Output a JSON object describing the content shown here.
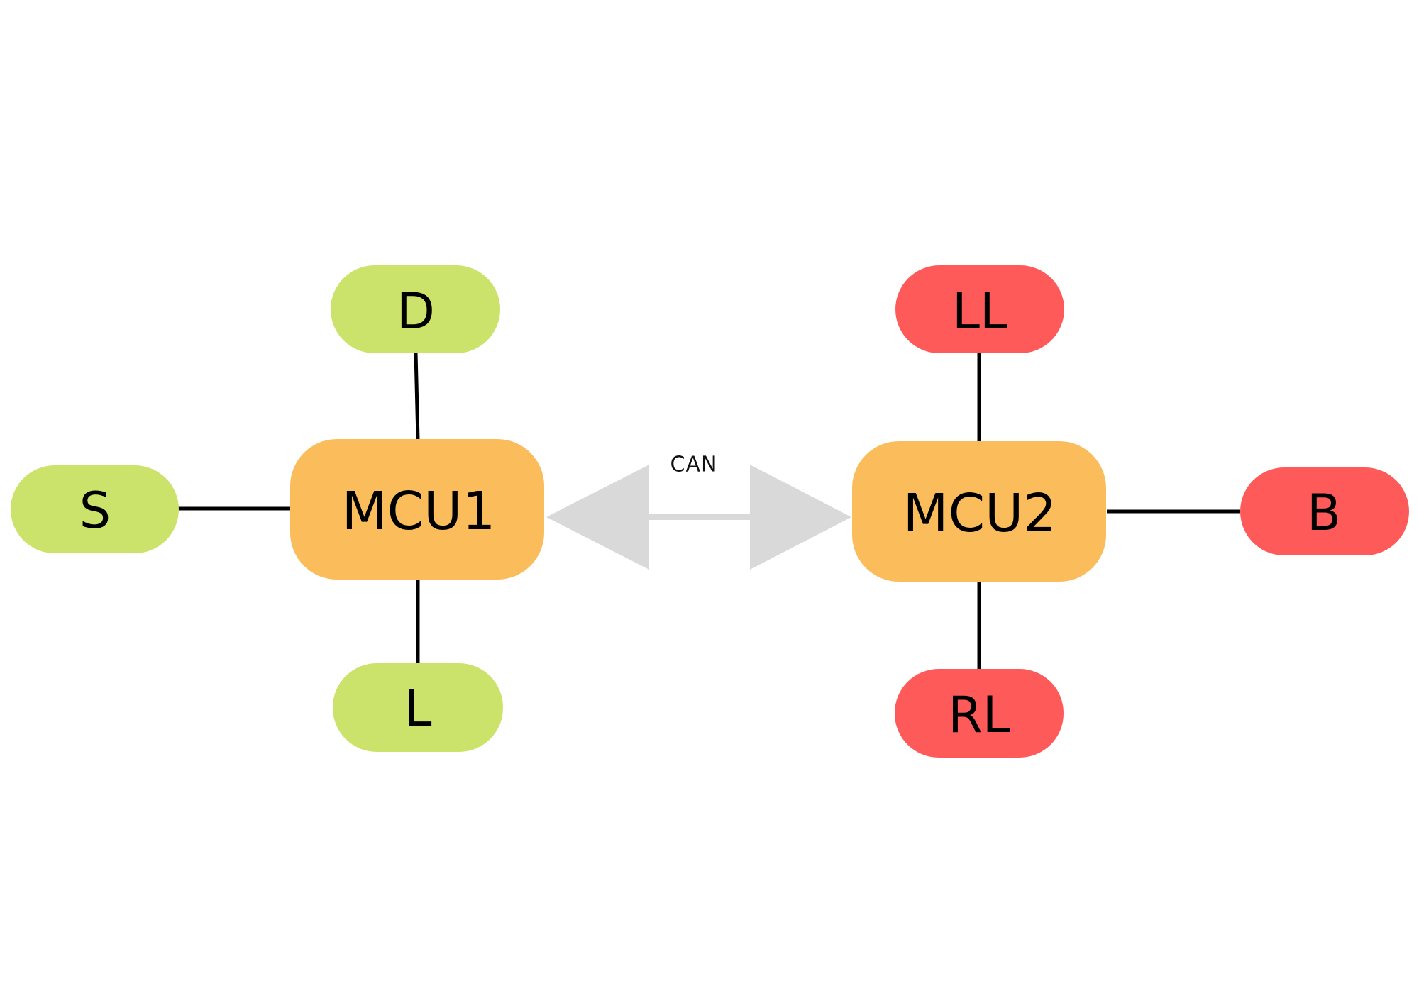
{
  "colors": {
    "mcu": "#FBBC5B",
    "sensor_group": "#CBE36A",
    "actuator_group": "#FF5A5A",
    "bus_arrow": "#D9D9D9",
    "wire": "#000000",
    "background": "#FFFFFF"
  },
  "mcu1": {
    "label": "MCU1",
    "nodes": {
      "top": "D",
      "left": "S",
      "bottom": "L"
    }
  },
  "mcu2": {
    "label": "MCU2",
    "nodes": {
      "top": "LL",
      "right": "B",
      "bottom": "RL"
    }
  },
  "bus": {
    "label": "CAN",
    "direction": "bidirectional"
  }
}
